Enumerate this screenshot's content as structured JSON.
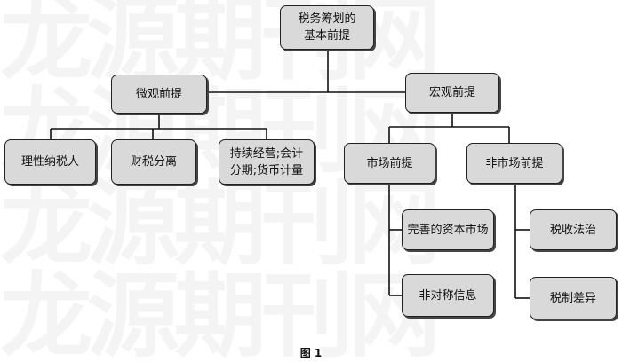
{
  "diagram": {
    "root": {
      "line1": "税务筹划的",
      "line2": "基本前提"
    },
    "micro": {
      "label": "微观前提",
      "children": {
        "rational": "理性纳税人",
        "separation": "财税分离",
        "going_concern": {
          "line1": "持续经营;会计",
          "line2": "分期;货币计量"
        }
      }
    },
    "macro": {
      "label": "宏观前提",
      "market": {
        "label": "市场前提",
        "children": {
          "capital_market": "完善的资本市场",
          "asymmetric_info": "非对称信息"
        }
      },
      "non_market": {
        "label": "非市场前提",
        "children": {
          "tax_law": "税收法治",
          "tax_difference": "税制差异"
        }
      }
    }
  },
  "watermark": "龙源期刊网",
  "caption": "图 1"
}
